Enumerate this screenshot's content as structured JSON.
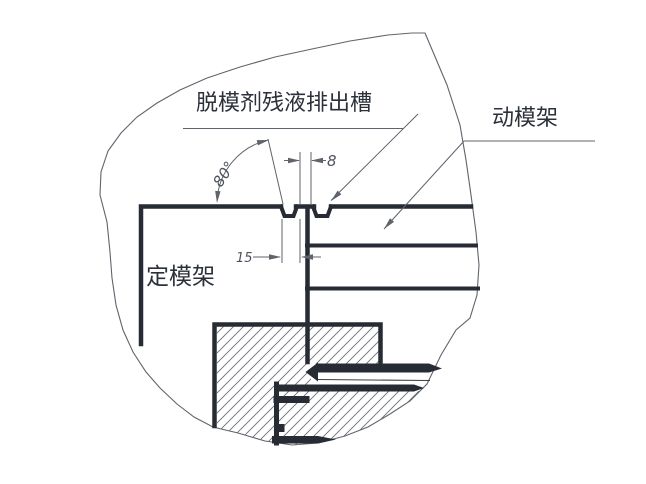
{
  "diagram": {
    "callouts": {
      "release_groove_label": "脱模剂残液排出槽",
      "movable_mold_label": "动模架",
      "fixed_mold_label": "定模架"
    },
    "dimensions": {
      "groove_angle": "80°",
      "groove_width": "8",
      "groove_offset": "15"
    },
    "colors": {
      "outline_dark": "#262b34",
      "thin_line": "#5f636b",
      "hatch": "#6b7078",
      "text": "#2b303a",
      "background": "#ffffff"
    }
  }
}
